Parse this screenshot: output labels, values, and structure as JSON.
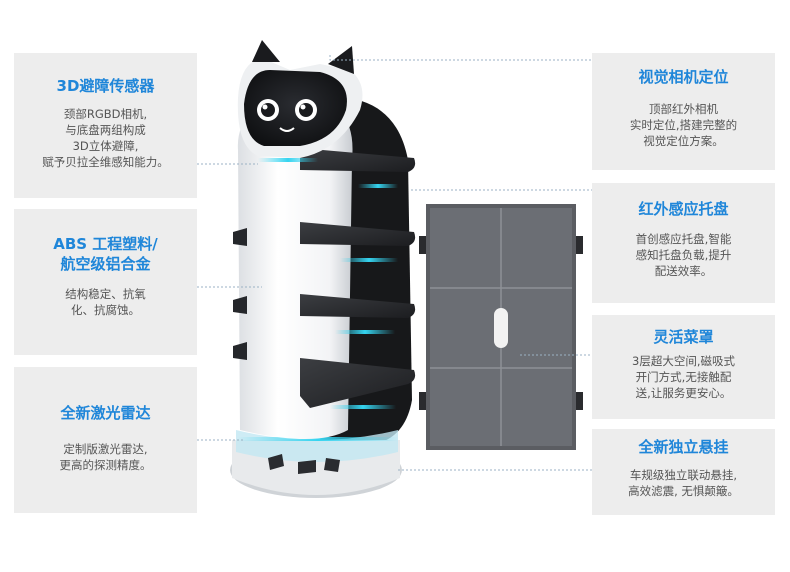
{
  "features_left": [
    {
      "title": "3D避障传感器",
      "desc": "颈部RGBD相机,\n与底盘两组构成\n3D立体避障,\n赋予贝拉全维感知能力。"
    },
    {
      "title": "ABS 工程塑料/\n航空级铝合金",
      "desc": "结构稳定、抗氧\n化、抗腐蚀。"
    },
    {
      "title": "全新激光雷达",
      "desc": "定制版激光雷达,\n更高的探测精度。"
    }
  ],
  "features_right": [
    {
      "title": "视觉相机定位",
      "desc": "顶部红外相机\n实时定位,搭建完整的\n视觉定位方案。"
    },
    {
      "title": "红外感应托盘",
      "desc": "首创感应托盘,智能\n感知托盘负载,提升\n配送效率。"
    },
    {
      "title": "灵活菜罩",
      "desc": "3层超大空间,磁吸式\n开门方式,无接触配\n送,让服务更安心。"
    },
    {
      "title": "全新独立悬挂",
      "desc": "车规级独立联动悬挂,\n高效滤震, 无惧颠簸。"
    }
  ],
  "colors": {
    "title_blue": "#1f86d9",
    "card_bg": "#ededed",
    "accent_cyan": "#35d4f0"
  }
}
